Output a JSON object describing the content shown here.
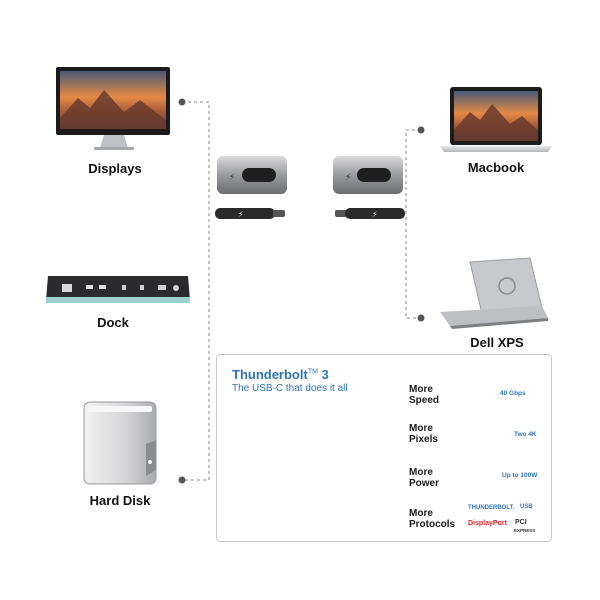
{
  "devices": {
    "displays": "Displays",
    "macbook": "Macbook",
    "dock": "Dock",
    "dell": "Dell XPS",
    "harddisk": "Hard Disk"
  },
  "panel": {
    "title": "Thunderbolt",
    "title_tm": "TM",
    "title_num": " 3",
    "subtitle": "The USB-C that does it all",
    "features": [
      {
        "line1": "More",
        "line2": "Speed",
        "value": "40 Gbps",
        "icon": "speedometer-icon"
      },
      {
        "line1": "More",
        "line2": "Pixels",
        "value": "Two 4K",
        "icon": "monitors-icon"
      },
      {
        "line1": "More",
        "line2": "Power",
        "value": "Up to 100W",
        "icon": "battery-icon"
      },
      {
        "line1": "More",
        "line2": "Protocols",
        "value": "",
        "icon": "protocol-logos-icon"
      }
    ],
    "logos": {
      "thunderbolt": "THUNDERBOLT.",
      "usb": "USB",
      "displayport": "DisplayPort",
      "pci": "PCI",
      "pci_sub": "EXPRESS"
    }
  },
  "colors": {
    "accent": "#2f75b5",
    "connector_dark": "#2a2a2a",
    "dashed_line": "#888888"
  }
}
